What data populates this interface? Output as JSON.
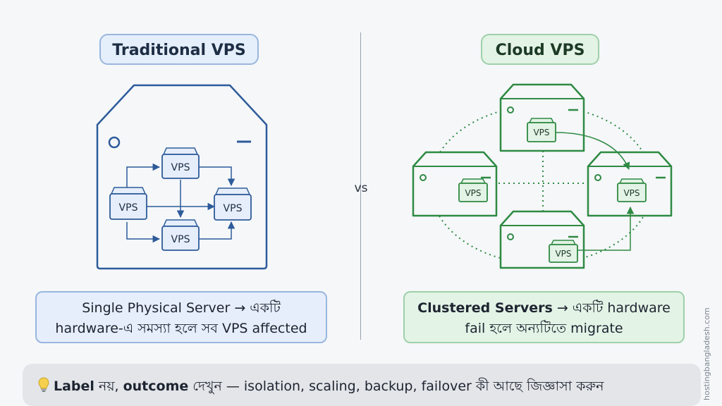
{
  "traditional": {
    "title": "Traditional VPS",
    "vps_label": "VPS",
    "caption_line1": "Single Physical Server → একটি",
    "caption_line2": "hardware-এ সমস্যা হলে সব VPS affected"
  },
  "cloud": {
    "title": "Cloud VPS",
    "vps_label": "VPS",
    "caption_bold": "Clustered Servers",
    "caption_rest": " → একটি hardware",
    "caption_line2": "fail হলে অন্যটিতে migrate"
  },
  "vs_label": "vs",
  "tip": {
    "icon": "lightbulb-icon",
    "bold1": "Label",
    "text1": " নয়, ",
    "bold2": "outcome",
    "text2": " দেখুন — isolation, scaling, backup, failover কী আছে জিজ্ঞাসা করুন"
  },
  "watermark": "hostingbangladesh.com",
  "colors": {
    "traditional_accent": "#2d5b9a",
    "cloud_accent": "#2f8a43"
  }
}
